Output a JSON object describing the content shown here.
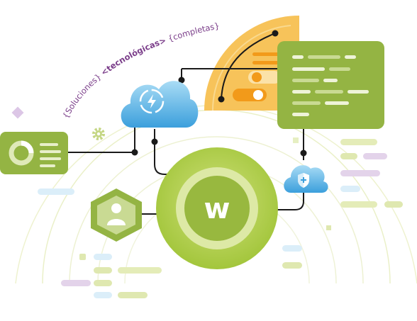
{
  "tagline": {
    "part1": "{Soluciones}",
    "part2": "<tecnológicas>",
    "part3": "{completas}"
  },
  "hub": {
    "logo_letter": "w"
  },
  "icons": {
    "cloud_top": "lightning-sync-icon",
    "cloud_shield": "shield-icon",
    "user_node": "user-icon",
    "gear": "gear-icon",
    "chart_card": "donut-chart-icon",
    "doc_card": "text-lines-icon",
    "settings_panel": "toggle-switches-icon"
  },
  "colors": {
    "green_dark": "#8fb23a",
    "green_light": "#d6e27e",
    "orange": "#f5b52e",
    "blue": "#3fa7e0",
    "purple": "#7b3e8a",
    "line": "#1a1a1a"
  }
}
